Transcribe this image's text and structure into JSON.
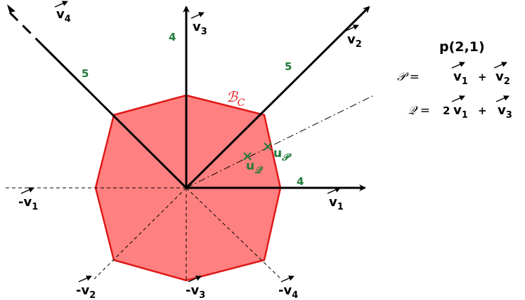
{
  "polygon_label": "ℬ",
  "polygon_label_sub": "C",
  "polygon_color": "#ff8080",
  "polygon_stroke": "#e01818",
  "label_color": "#1f7a3a",
  "vectors": {
    "v1": {
      "base": "v",
      "sub": "1"
    },
    "v2": {
      "base": "v",
      "sub": "2"
    },
    "v3": {
      "base": "v",
      "sub": "3"
    },
    "v4": {
      "base": "v",
      "sub": "4"
    },
    "nv1": {
      "base": "-v",
      "sub": "1"
    },
    "nv2": {
      "base": "-v",
      "sub": "2"
    },
    "nv3": {
      "base": "-v",
      "sub": "3"
    },
    "nv4": {
      "base": "-v",
      "sub": "4"
    }
  },
  "norms": {
    "v1": "4",
    "v2": "5",
    "v3": "4",
    "v4": "5"
  },
  "points": {
    "uP": {
      "base": "u",
      "sub": "𝒫"
    },
    "uQ": {
      "base": "u",
      "sub": "𝒬"
    }
  },
  "formula": {
    "title": "p(2,1)",
    "p_lhs": "𝒫 =",
    "q_lhs": "𝒬 =",
    "q_coef": "2",
    "plus": "+",
    "v": "v",
    "sub1": "1",
    "sub2": "2",
    "sub3": "3"
  }
}
